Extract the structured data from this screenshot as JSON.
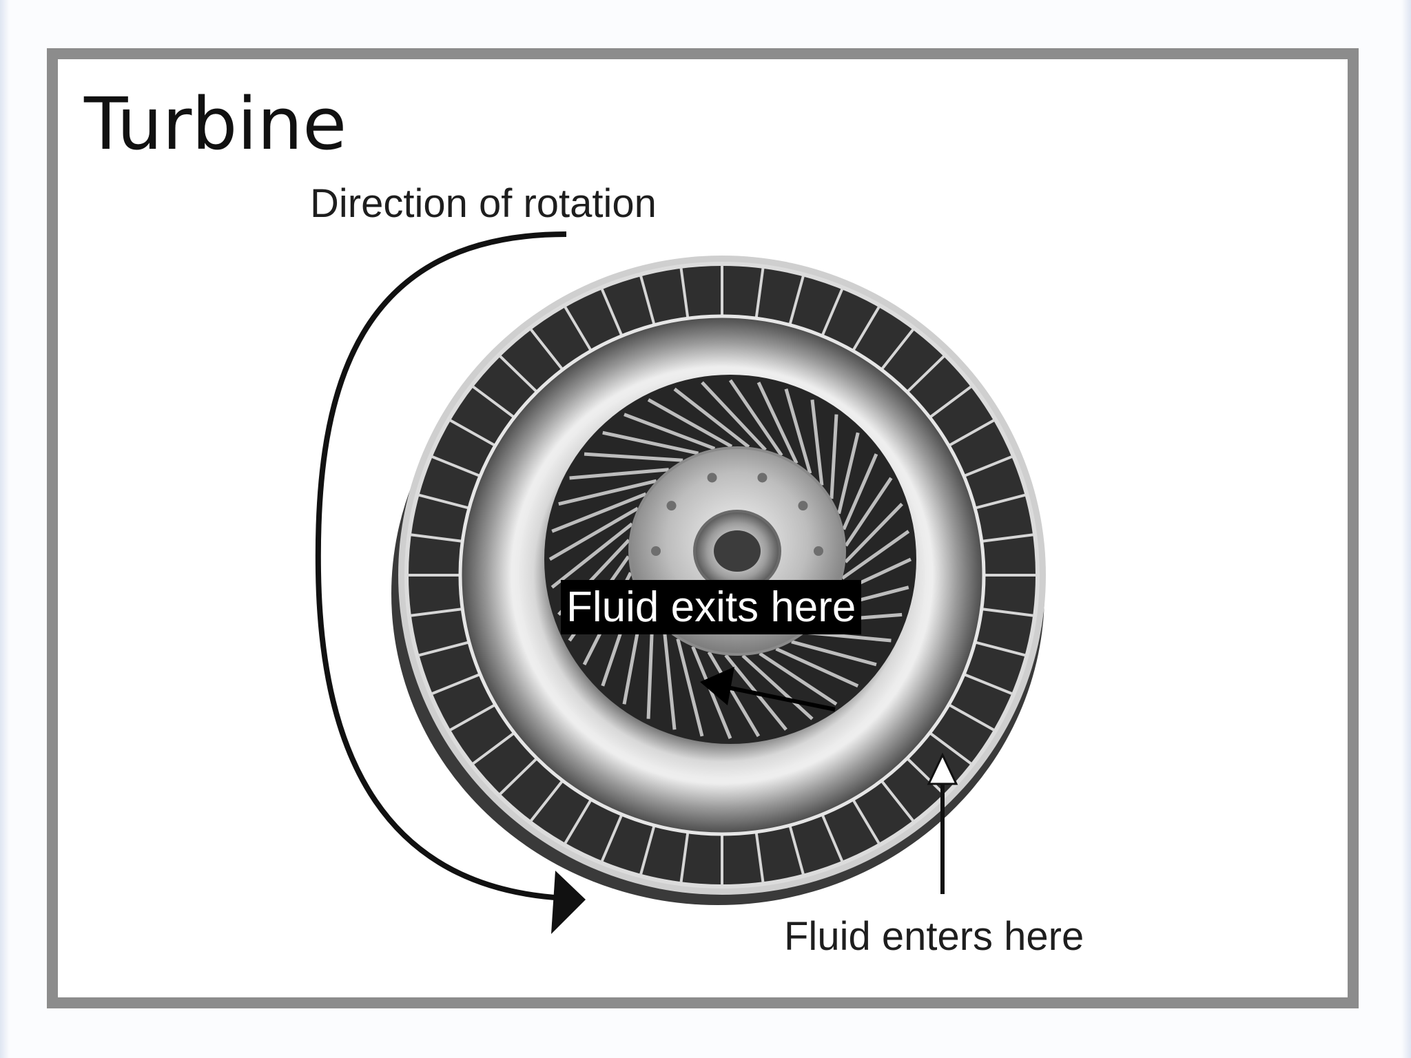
{
  "slide": {
    "title": "Turbine"
  },
  "diagram": {
    "labels": {
      "rotation": "Direction of rotation",
      "exits": "Fluid exits here",
      "enters": "Fluid enters here"
    },
    "icons": {
      "turbine": "turbine-wheel-icon",
      "rotation_arrow": "curved-arrow-icon",
      "exit_arrow": "arrow-icon",
      "enter_arrow": "arrow-up-icon"
    },
    "colors": {
      "frame": "#8c8c8c",
      "metal_light": "#e9e9e9",
      "metal_dark": "#2e2e2e",
      "text": "#1e1e1e"
    }
  }
}
